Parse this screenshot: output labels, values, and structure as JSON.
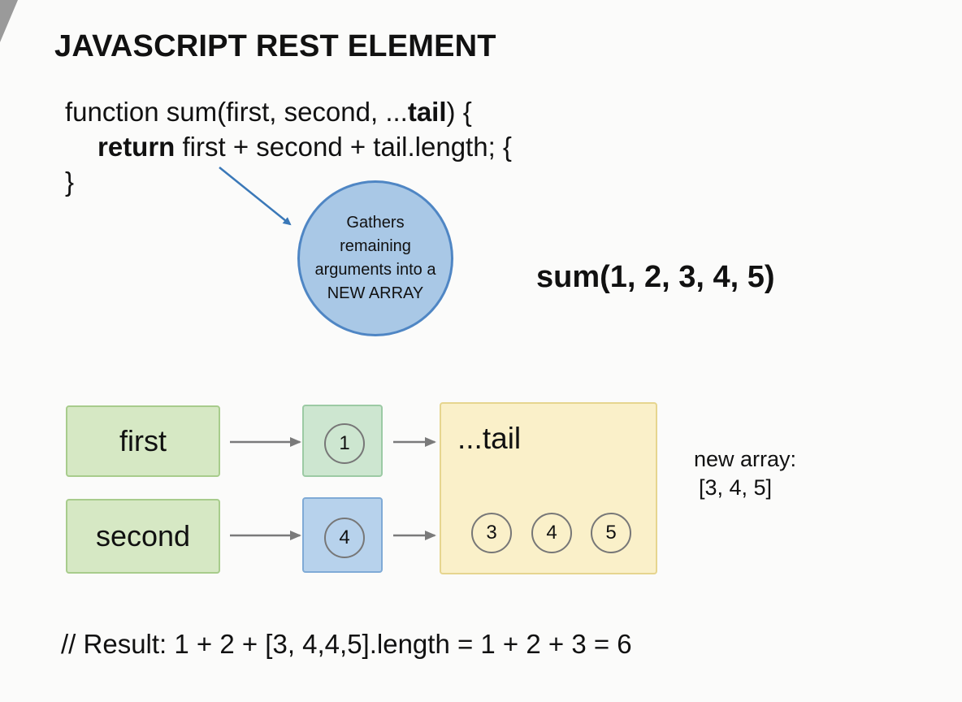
{
  "title": "JAVASCRIPT REST ELEMENT",
  "code": {
    "line1_pre": "function sum(first, second, ...",
    "line1_bold": "tail",
    "line1_post": ") {",
    "line2_bold": "return",
    "line2_post": " first + second + tail.length; {",
    "line3": "}"
  },
  "bubble": {
    "lines": [
      "Gathers",
      "remaining",
      "arguments into a",
      "NEW ARRAY"
    ]
  },
  "call": "sum(1, 2, 3, 4, 5)",
  "params": {
    "first": "first",
    "second": "second",
    "first_value": "1",
    "second_value": "4"
  },
  "tail": {
    "label": "...tail",
    "items": [
      "3",
      "4",
      "5"
    ]
  },
  "new_array": {
    "label": "new array:",
    "value": "[3, 4, 5]"
  },
  "result": "// Result: 1 + 2 + [3, 4,4,5].length = 1 + 2 + 3 = 6",
  "colors": {
    "bubble_fill": "#a9c8e6",
    "bubble_stroke": "#4f86c4",
    "pointer_arrow": "#3a78b8",
    "flow_arrow": "#7a7a7a"
  }
}
